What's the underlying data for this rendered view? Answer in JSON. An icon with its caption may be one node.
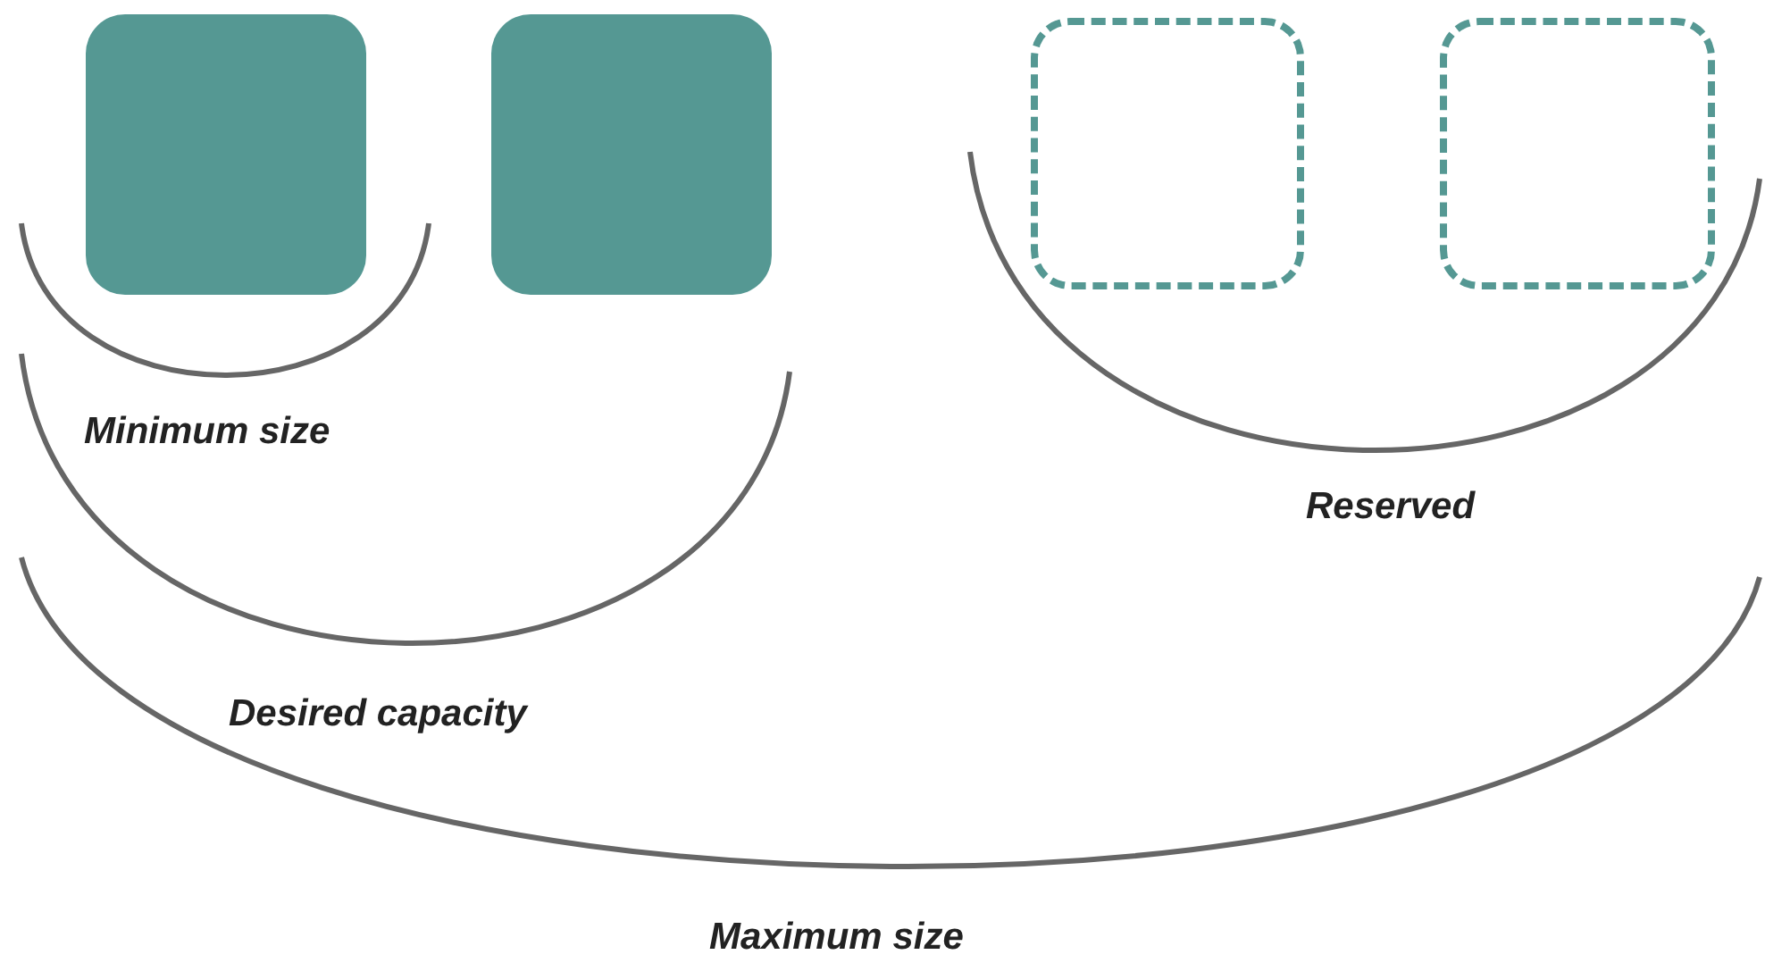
{
  "diagram": {
    "nodes": [
      {
        "text": [],
        "shape": "box"
      },
      {
        "text": [],
        "shape": "box"
      },
      {
        "text": [],
        "shape": "box"
      },
      {
        "text": [],
        "shape": "box"
      }
    ],
    "edges": [],
    "labels": [
      "Minimum size",
      "Reserved",
      "Desired capacity",
      "Maximum size"
    ]
  }
}
